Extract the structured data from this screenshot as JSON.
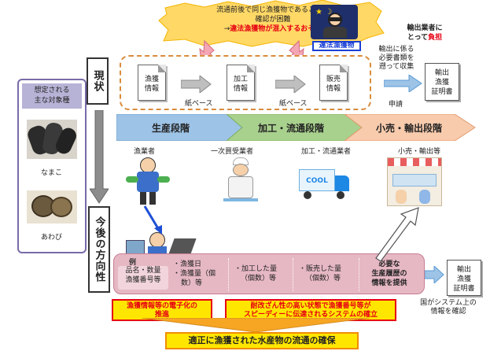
{
  "burst": {
    "line1": "流通前後で同じ漁獲物であることの",
    "line2": "確認が困難",
    "line3_prefix": "→",
    "line3_red": "違法漁獲物が混入するおそれ"
  },
  "thief_label": "違法漁獲物",
  "exporter_note": {
    "line1": "輸出業者に",
    "line2_prefix": "とって",
    "line2_red": "負担"
  },
  "export_note": {
    "line1": "輸出に係る",
    "line2": "必要書類を",
    "line3": "遡って収集"
  },
  "application_label": "申請",
  "cert_top": {
    "line1": "輸出",
    "line2": "漁獲",
    "line3": "証明書"
  },
  "cert_bottom": {
    "line1": "輸出",
    "line2": "漁獲",
    "line3": "証明書"
  },
  "current_label": "現状",
  "future_label": "今後の方向性",
  "species_panel": {
    "title_line1": "想定される",
    "title_line2": "主な対象種",
    "species": [
      "なまこ",
      "あわび"
    ]
  },
  "docs": [
    {
      "line1": "漁獲",
      "line2": "情報"
    },
    {
      "line1": "加工",
      "line2": "情報"
    },
    {
      "line1": "販売",
      "line2": "情報"
    }
  ],
  "paper_labels": [
    "紙ベース",
    "紙ベース"
  ],
  "stages": [
    "生産段階",
    "加工・流通段階",
    "小売・輸出段階"
  ],
  "actors": [
    "漁業者",
    "一次買受業者",
    "加工・流通業者",
    "小売・輸出等"
  ],
  "truck_text": "COOL",
  "future_row": {
    "tag": "例",
    "left_lines": [
      "品名・数量",
      "漁獲番号等"
    ],
    "col1": [
      "・漁獲日",
      "・漁獲量（個",
      "数）等"
    ],
    "col2": [
      "・加工した量",
      "（個数）等"
    ],
    "col3": [
      "・販売した量",
      "（個数）等"
    ],
    "col4": [
      "必要な",
      "生産履歴の",
      "情報を提供"
    ]
  },
  "govt_note": {
    "line1": "国がシステム上の",
    "line2": "情報を確認"
  },
  "yellow1": {
    "line1": "漁獲情報等の電子化の",
    "line2": "推進"
  },
  "yellow2": {
    "line1": "耐改ざん性の高い状態で漁獲番号等が",
    "line2": "スピーディーに伝達されるシステムの確立"
  },
  "goal": "適正に漁獲された水産物の流通の確保",
  "colors": {
    "stage1": "#9dc3e6",
    "stage2": "#a9d18e",
    "stage3": "#f8cbad",
    "future_row": "#e6b8c4",
    "yellow": "#ffe600",
    "red": "#e60012",
    "panel_border": "#7a6aa8"
  }
}
